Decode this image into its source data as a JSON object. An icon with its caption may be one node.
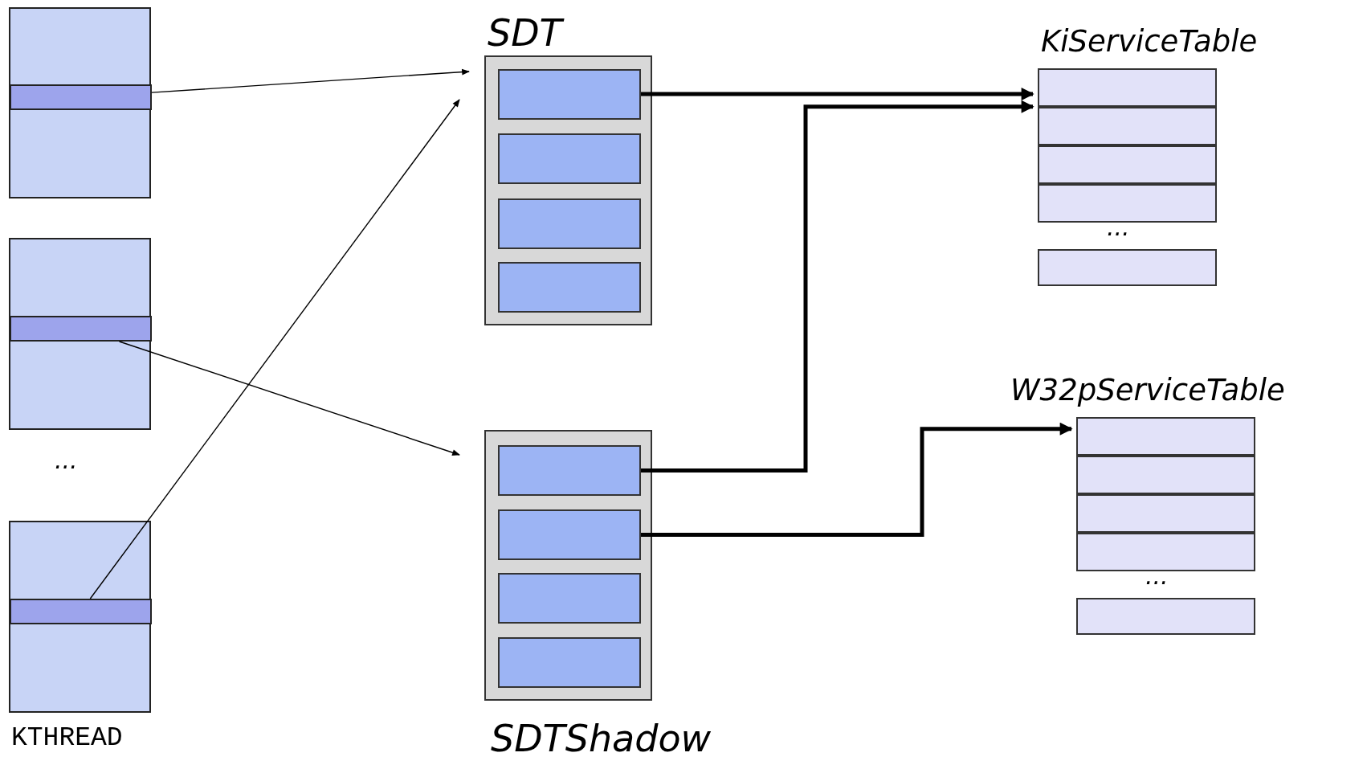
{
  "diagram": {
    "nodes": [
      {
        "text": [],
        "shape": "box"
      },
      {
        "text": [],
        "shape": "bar",
        "in": 0
      },
      {
        "text": [],
        "shape": "box"
      },
      {
        "text": [],
        "shape": "bar",
        "in": 2
      },
      {
        "text": [],
        "shape": "box"
      },
      {
        "text": [],
        "shape": "bar",
        "in": 4
      },
      {
        "text": [
          "SDT"
        ]
      },
      {
        "text": [],
        "shape": "box",
        "in": 6
      },
      {
        "text": [],
        "shape": "box",
        "in": 6
      },
      {
        "text": [],
        "shape": "box",
        "in": 6
      },
      {
        "text": [],
        "shape": "box",
        "in": 6
      },
      {
        "text": [
          "SDTShadow"
        ]
      },
      {
        "text": [],
        "shape": "box",
        "in": 11
      },
      {
        "text": [],
        "shape": "box",
        "in": 11
      },
      {
        "text": [],
        "shape": "box",
        "in": 11
      },
      {
        "text": [],
        "shape": "box",
        "in": 11
      },
      {
        "text": [
          "KiServiceTable"
        ]
      },
      {
        "text": [],
        "shape": "box",
        "in": 16
      },
      {
        "text": [],
        "shape": "box",
        "in": 16
      },
      {
        "text": [],
        "shape": "box",
        "in": 16
      },
      {
        "text": [],
        "shape": "box",
        "in": 16
      },
      {
        "text": [],
        "shape": "box",
        "in": 16
      },
      {
        "text": [
          "W32pServiceTable"
        ]
      },
      {
        "text": [],
        "shape": "box",
        "in": 22
      },
      {
        "text": [],
        "shape": "box",
        "in": 22
      },
      {
        "text": [],
        "shape": "box",
        "in": 22
      },
      {
        "text": [],
        "shape": "box",
        "in": 22
      },
      {
        "text": [],
        "shape": "box",
        "in": 22
      }
    ],
    "edges": [
      {
        "from": 1,
        "to": 6,
        "arrow": "to"
      },
      {
        "from": 5,
        "to": 6,
        "arrow": "to"
      },
      {
        "from": 3,
        "to": 11,
        "arrow": "to"
      },
      {
        "from": 7,
        "to": 16,
        "arrow": "to",
        "style": "thick"
      },
      {
        "from": 12,
        "to": 16,
        "arrow": "to",
        "style": "thick"
      },
      {
        "from": 13,
        "to": 22,
        "arrow": "to",
        "style": "thick"
      }
    ],
    "labels": [
      "...",
      "...",
      "...",
      "KTHREAD"
    ]
  }
}
